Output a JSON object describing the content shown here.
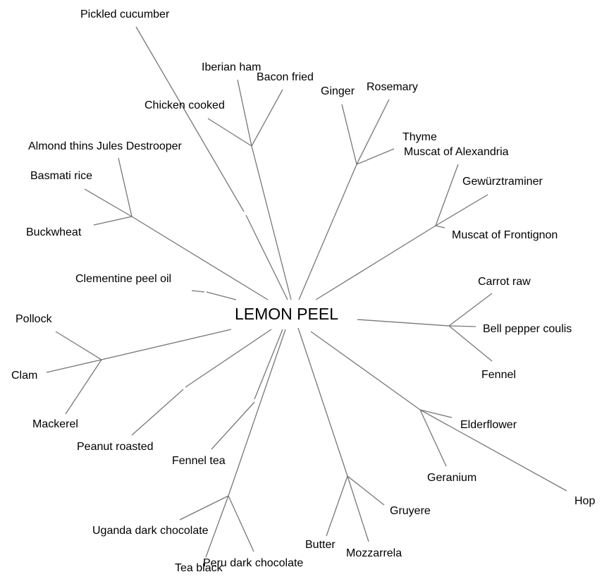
{
  "center": "LEMON PEEL",
  "line_color": "#777777",
  "labels": {
    "pickled_cucumber": "Pickled cucumber",
    "iberian_ham": "Iberian ham",
    "bacon_fried": "Bacon fried",
    "chicken_cooked": "Chicken cooked",
    "ginger": "Ginger",
    "rosemary": "Rosemary",
    "thyme": "Thyme",
    "muscat_alexandria": "Muscat of Alexandria",
    "gewurztraminer": "Gewürztraminer",
    "muscat_frontignon": "Muscat of Frontignon",
    "almond_thins": "Almond thins Jules Destrooper",
    "basmati_rice": "Basmati rice",
    "buckwheat": "Buckwheat",
    "clementine_peel_oil": "Clementine peel oil",
    "carrot_raw": "Carrot raw",
    "bell_pepper_coulis": "Bell pepper coulis",
    "fennel": "Fennel",
    "pollock": "Pollock",
    "clam": "Clam",
    "mackerel": "Mackerel",
    "peanut_roasted": "Peanut roasted",
    "fennel_tea": "Fennel tea",
    "elderflower": "Elderflower",
    "geranium": "Geranium",
    "hop": "Hop",
    "gruyere": "Gruyere",
    "butter": "Butter",
    "mozzarrela": "Mozzarrela",
    "uganda_dark_chocolate": "Uganda dark chocolate",
    "tea_black": "Tea black",
    "peru_dark_chocolate": "Peru dark chocolate"
  }
}
